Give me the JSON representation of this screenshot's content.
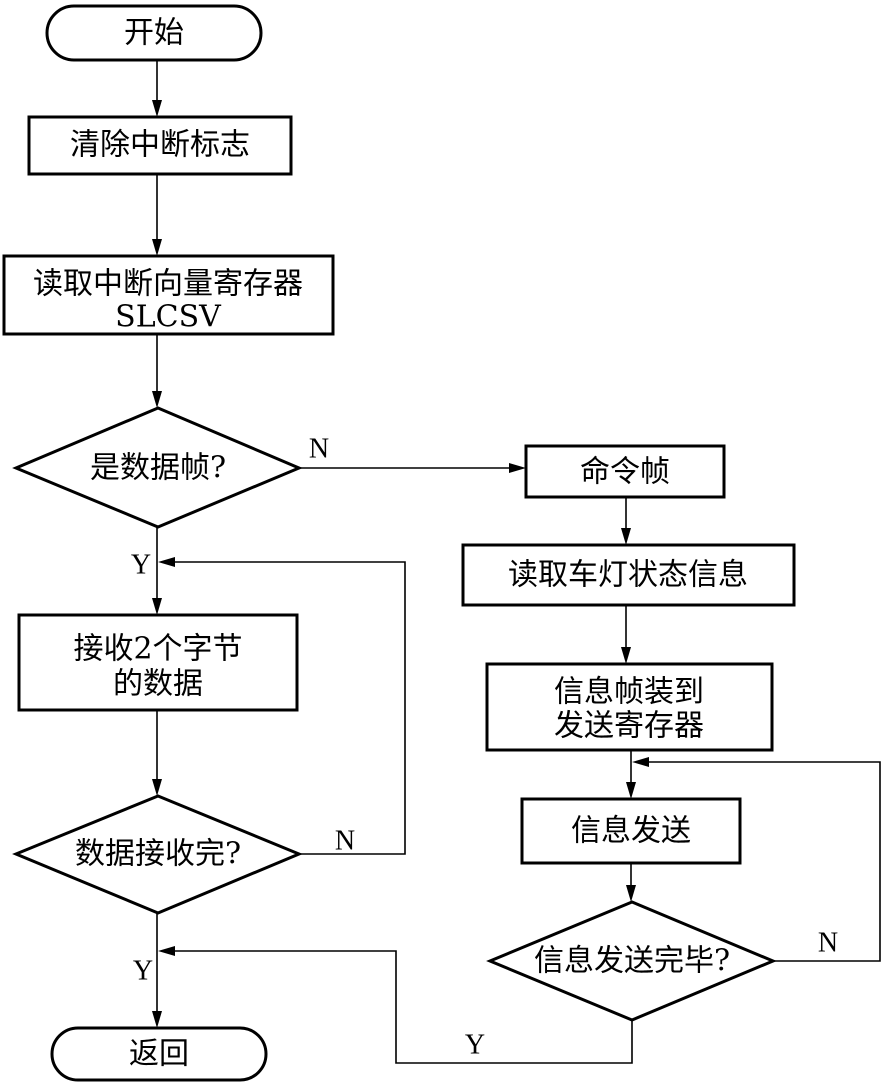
{
  "nodes": {
    "start": "开始",
    "clear_flag": "清除中断标志",
    "read_vector": {
      "line1": "读取中断向量寄存器",
      "line2": "SLCSV"
    },
    "is_data_frame": "是数据帧?",
    "command_frame": "命令帧",
    "read_light_status": "读取车灯状态信息",
    "load_info_frame": {
      "line1": "信息帧装到",
      "line2": "发送寄存器"
    },
    "send_info": "信息发送",
    "send_done": "信息发送完毕?",
    "receive_two_bytes": {
      "line1": "接收2个字节",
      "line2": "的数据"
    },
    "receive_done": "数据接收完?",
    "return": "返回"
  },
  "edge_labels": {
    "data_frame_no": "N",
    "data_frame_yes": "Y",
    "receive_no": "N",
    "receive_yes": "Y",
    "send_no": "N",
    "send_yes": "Y"
  }
}
